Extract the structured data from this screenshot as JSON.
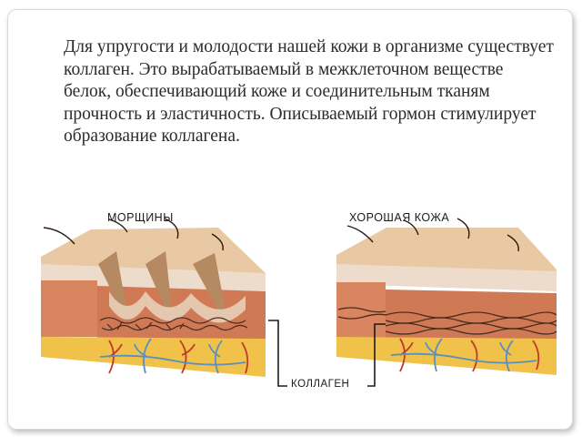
{
  "slide": {
    "text": "Для упругости и молодости нашей кожи в организме существует коллаген. Это вырабатываемый в межклеточном веществе белок, обеспечивающий коже и соединительным тканям прочность и эластичность. Описываемый гормон стимулирует образование коллагена."
  },
  "figure": {
    "label_wrinkles": "МОРЩИНЫ",
    "label_good_skin": "ХОРОШАЯ КОЖА",
    "label_collagen": "КОЛЛАГЕН"
  },
  "colors": {
    "epidermis_top": "#e9c9a4",
    "epidermis_side": "#e0b690",
    "dermis": "#d9855f",
    "dermis_side": "#c96f4c",
    "fat": "#f1c24a",
    "collagen_fiber": "#4a2a1e",
    "vessel_blue": "#5b8fbf",
    "vessel_red": "#c0392b"
  }
}
